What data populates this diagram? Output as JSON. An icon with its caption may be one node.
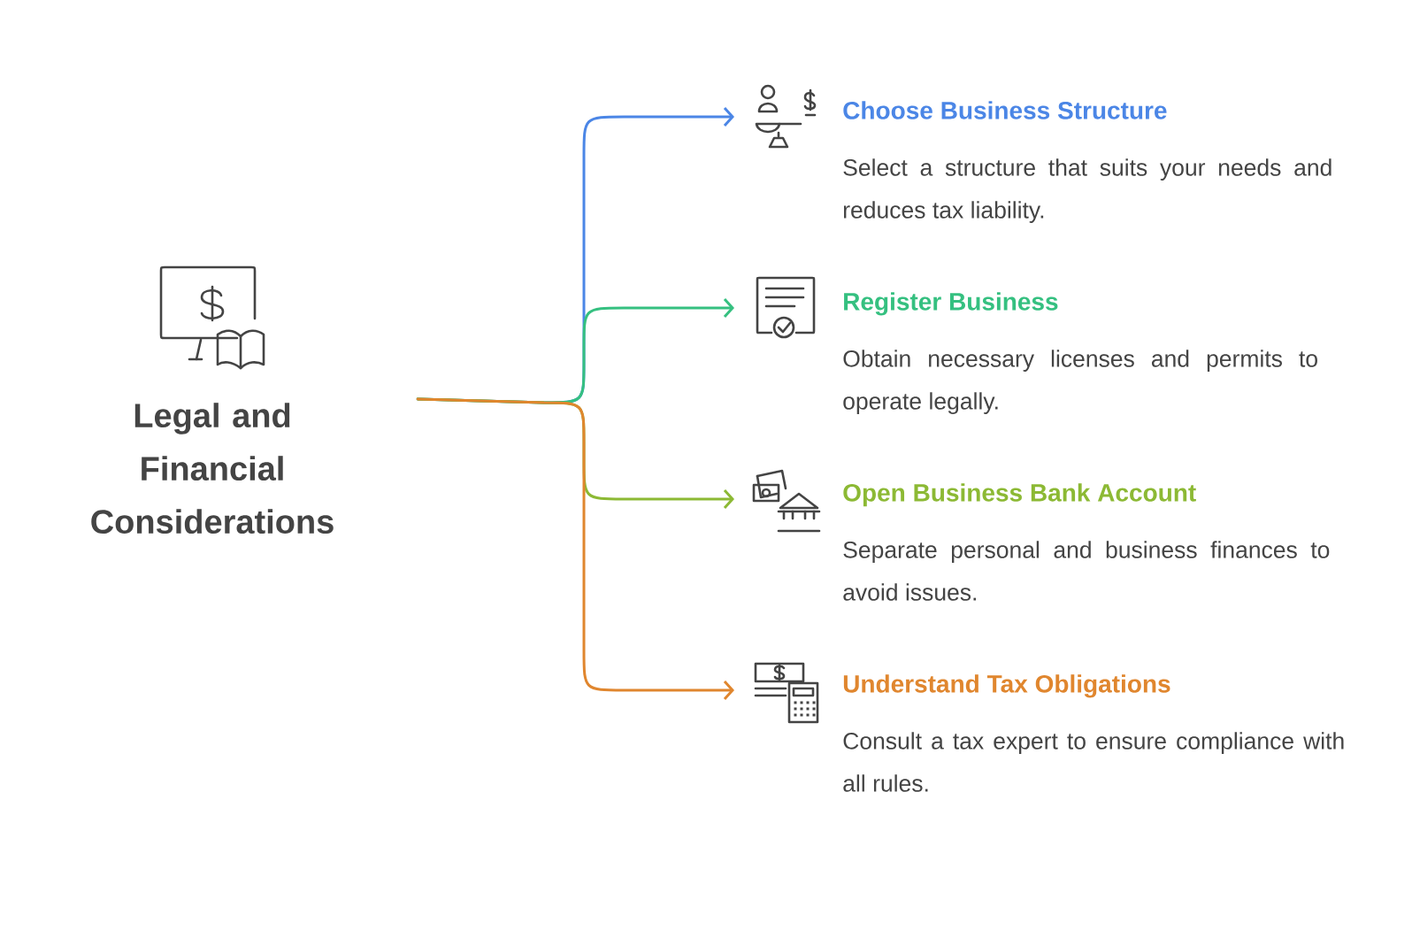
{
  "diagram": {
    "nodes": [
      {
        "text": [
          "Legal and Financial Considerations"
        ]
      },
      {
        "text": [
          "Choose Business Structure",
          "Select a structure that suits your needs and reduces tax liability."
        ]
      },
      {
        "text": [
          "Register Business",
          "Obtain necessary licenses and permits to operate legally."
        ]
      },
      {
        "text": [
          "Open Business Bank Account",
          "Separate personal and business finances to avoid issues."
        ]
      },
      {
        "text": [
          "Understand Tax Obligations",
          "Consult a tax expert to ensure compliance with all rules."
        ]
      }
    ],
    "edges": [
      {
        "from": 0,
        "to": 1,
        "arrow": "to",
        "color": "#4b86e6"
      },
      {
        "from": 0,
        "to": 2,
        "arrow": "to",
        "color": "#35c080"
      },
      {
        "from": 0,
        "to": 3,
        "arrow": "to",
        "color": "#8cb934"
      },
      {
        "from": 0,
        "to": 4,
        "arrow": "to",
        "color": "#e0862e"
      }
    ]
  }
}
